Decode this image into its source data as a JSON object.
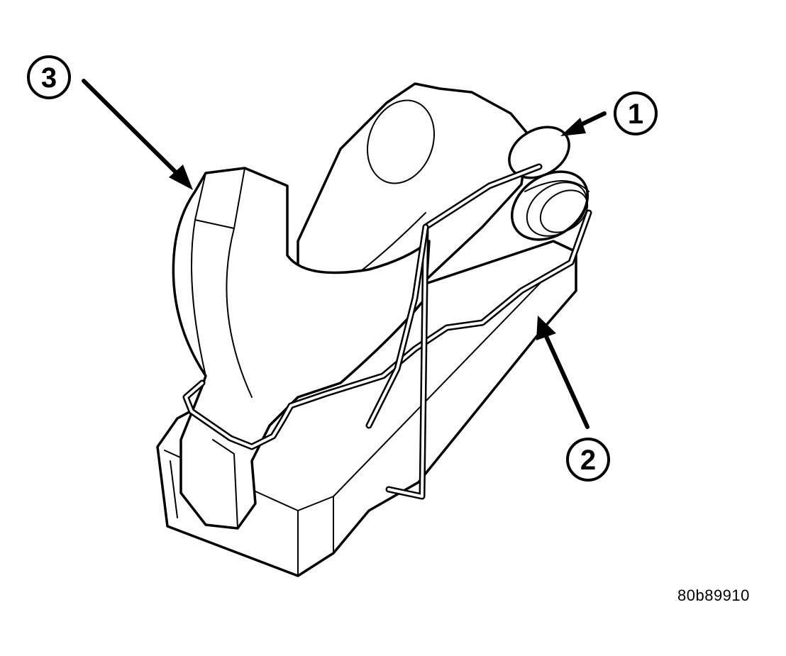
{
  "callouts": [
    {
      "label": "1"
    },
    {
      "label": "2"
    },
    {
      "label": "3"
    }
  ],
  "reference_code": "80b89910"
}
